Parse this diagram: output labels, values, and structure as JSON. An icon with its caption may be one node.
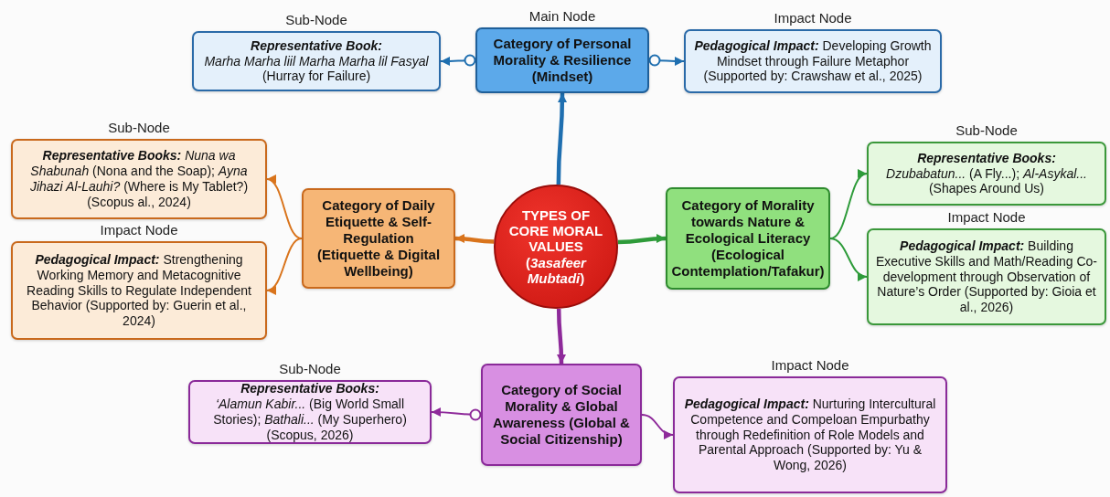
{
  "diagram": {
    "nodes": [
      {
        "text": [
          "TYPES OF CORE MORAL VALUES (*3asafeer Mubtadi*)"
        ]
      },
      {
        "text": [
          "Category of Personal Morality & Resilience (Mindset)"
        ],
        "beside": [
          "Main Node"
        ]
      },
      {
        "text": [
          "Representative Book:",
          "*Marha Marha liil Marha Marha lil Fasyal* (Hurray for Failure)"
        ],
        "beside": [
          "Sub-Node"
        ]
      },
      {
        "text": [
          "**Pedagogical Impact:** Developing Growth Mindset through Failure Metaphor (Supported by: Crawshaw et al., 2025)"
        ],
        "beside": [
          "Impact Node"
        ]
      },
      {
        "text": [
          "Category of Daily Etiquette & Self-Regulation (Etiquette & Digital Wellbeing)"
        ]
      },
      {
        "text": [
          "**Representative Books:** *Nuna wa Shabunah* (Nona and the Soap); *Ayna Jihazi Al-Lauhi?* (Where is My Tablet?) (Scopus al., 2024)"
        ],
        "beside": [
          "Sub-Node"
        ]
      },
      {
        "text": [
          "**Pedagogical Impact:** Strengthening Working Memory and Metacognitive Reading Skills to Regulate Independent Behavior (Supported by: Guerin et al., 2024)"
        ],
        "beside": [
          "Impact Node"
        ]
      },
      {
        "text": [
          "Category of Morality towards Nature & Ecological Literacy (Ecological Contemplation/Tafakur)"
        ]
      },
      {
        "text": [
          "Representative Books:",
          "*Dzubabatun...* (A Fly...); *Al-Asykal...* (Shapes Around Us)"
        ],
        "beside": [
          "Sub-Node"
        ]
      },
      {
        "text": [
          "**Pedagogical Impact:** Building Executive Skills and Math/Reading Co-development through Observation of Nature’s Order (Supported by: Gioia et al., 2026)"
        ],
        "beside": [
          "Impact Node"
        ]
      },
      {
        "text": [
          "Category of Social Morality & Global Awareness (Global & Social Citizenship)"
        ]
      },
      {
        "text": [
          "Representative Books:",
          "*‘Alamun Kabir...* (Big World Small Stories); *Bathali...* (My Superhero) (Scopus, 2026)"
        ],
        "beside": [
          "Sub-Node"
        ]
      },
      {
        "text": [
          "**Pedagogical Impact:** Nurturing Intercultural Competence and Compeloan Empurbathy through Redefinition of Role Models and Parental Approach (Supported by: Yu & Wong, 2026)"
        ],
        "beside": [
          "Impact Node"
        ]
      }
    ],
    "edges": [
      {
        "from": 0,
        "to": 1,
        "arrow": "to",
        "style": "thick",
        "color": "#1f6fb0"
      },
      {
        "from": 1,
        "to": 2,
        "arrow": "to",
        "color": "#1f6fb0"
      },
      {
        "from": 1,
        "to": 3,
        "arrow": "to",
        "color": "#1f6fb0"
      },
      {
        "from": 0,
        "to": 4,
        "arrow": "to",
        "style": "thick",
        "color": "#d9741c"
      },
      {
        "from": 4,
        "to": 5,
        "arrow": "to",
        "color": "#d9741c"
      },
      {
        "from": 4,
        "to": 6,
        "arrow": "to",
        "color": "#d9741c"
      },
      {
        "from": 0,
        "to": 7,
        "arrow": "to",
        "style": "thick",
        "color": "#2e9b3a"
      },
      {
        "from": 7,
        "to": 8,
        "arrow": "to",
        "color": "#2e9b3a"
      },
      {
        "from": 7,
        "to": 9,
        "arrow": "to",
        "color": "#2e9b3a"
      },
      {
        "from": 0,
        "to": 10,
        "arrow": "to",
        "style": "thick",
        "color": "#8e2a9a"
      },
      {
        "from": 10,
        "to": 11,
        "arrow": "to",
        "color": "#8e2a9a"
      },
      {
        "from": 10,
        "to": 12,
        "arrow": "to",
        "color": "#8e2a9a"
      }
    ]
  }
}
